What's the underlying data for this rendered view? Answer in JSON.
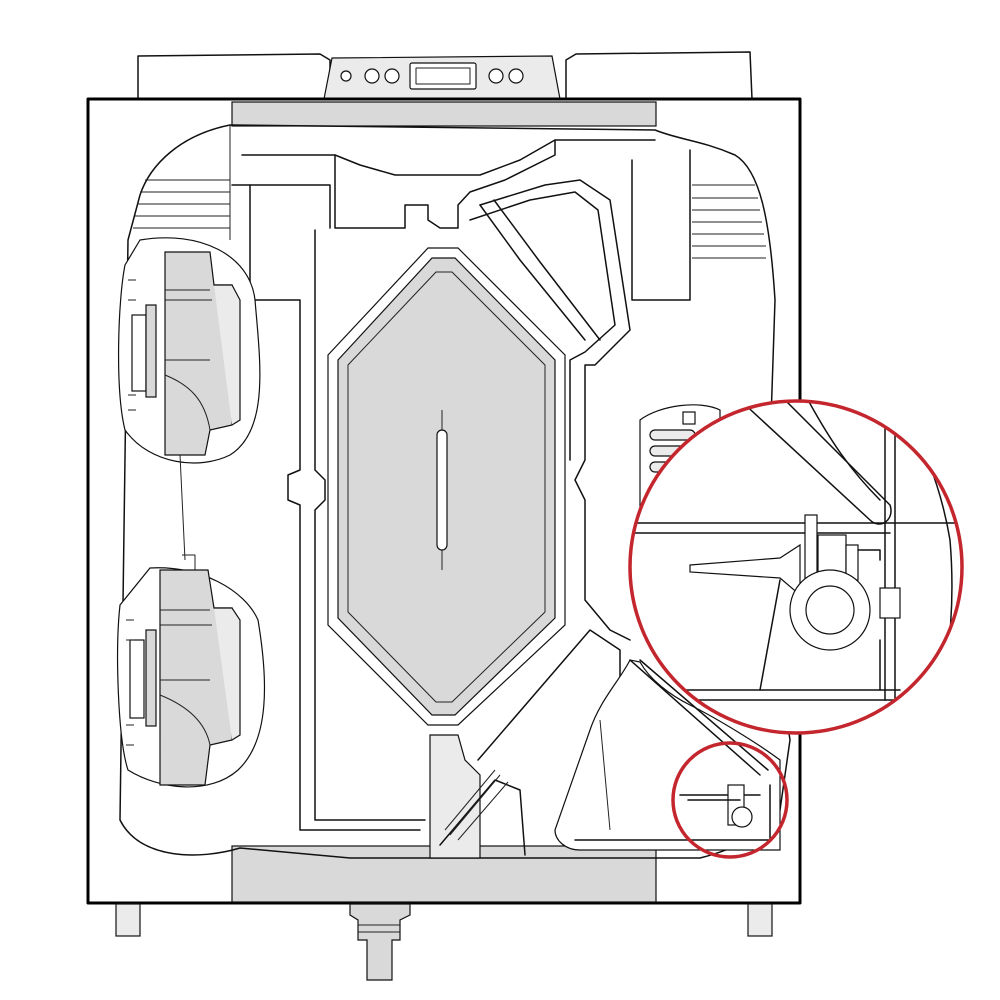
{
  "diagram": {
    "kind": "unit-cutaway-technical-illustration",
    "control_panel_buttons": 4,
    "fans": 2,
    "highlight_color": "#c4262e",
    "line_color": "#111111",
    "fill_gray": "#d9d9d9"
  }
}
